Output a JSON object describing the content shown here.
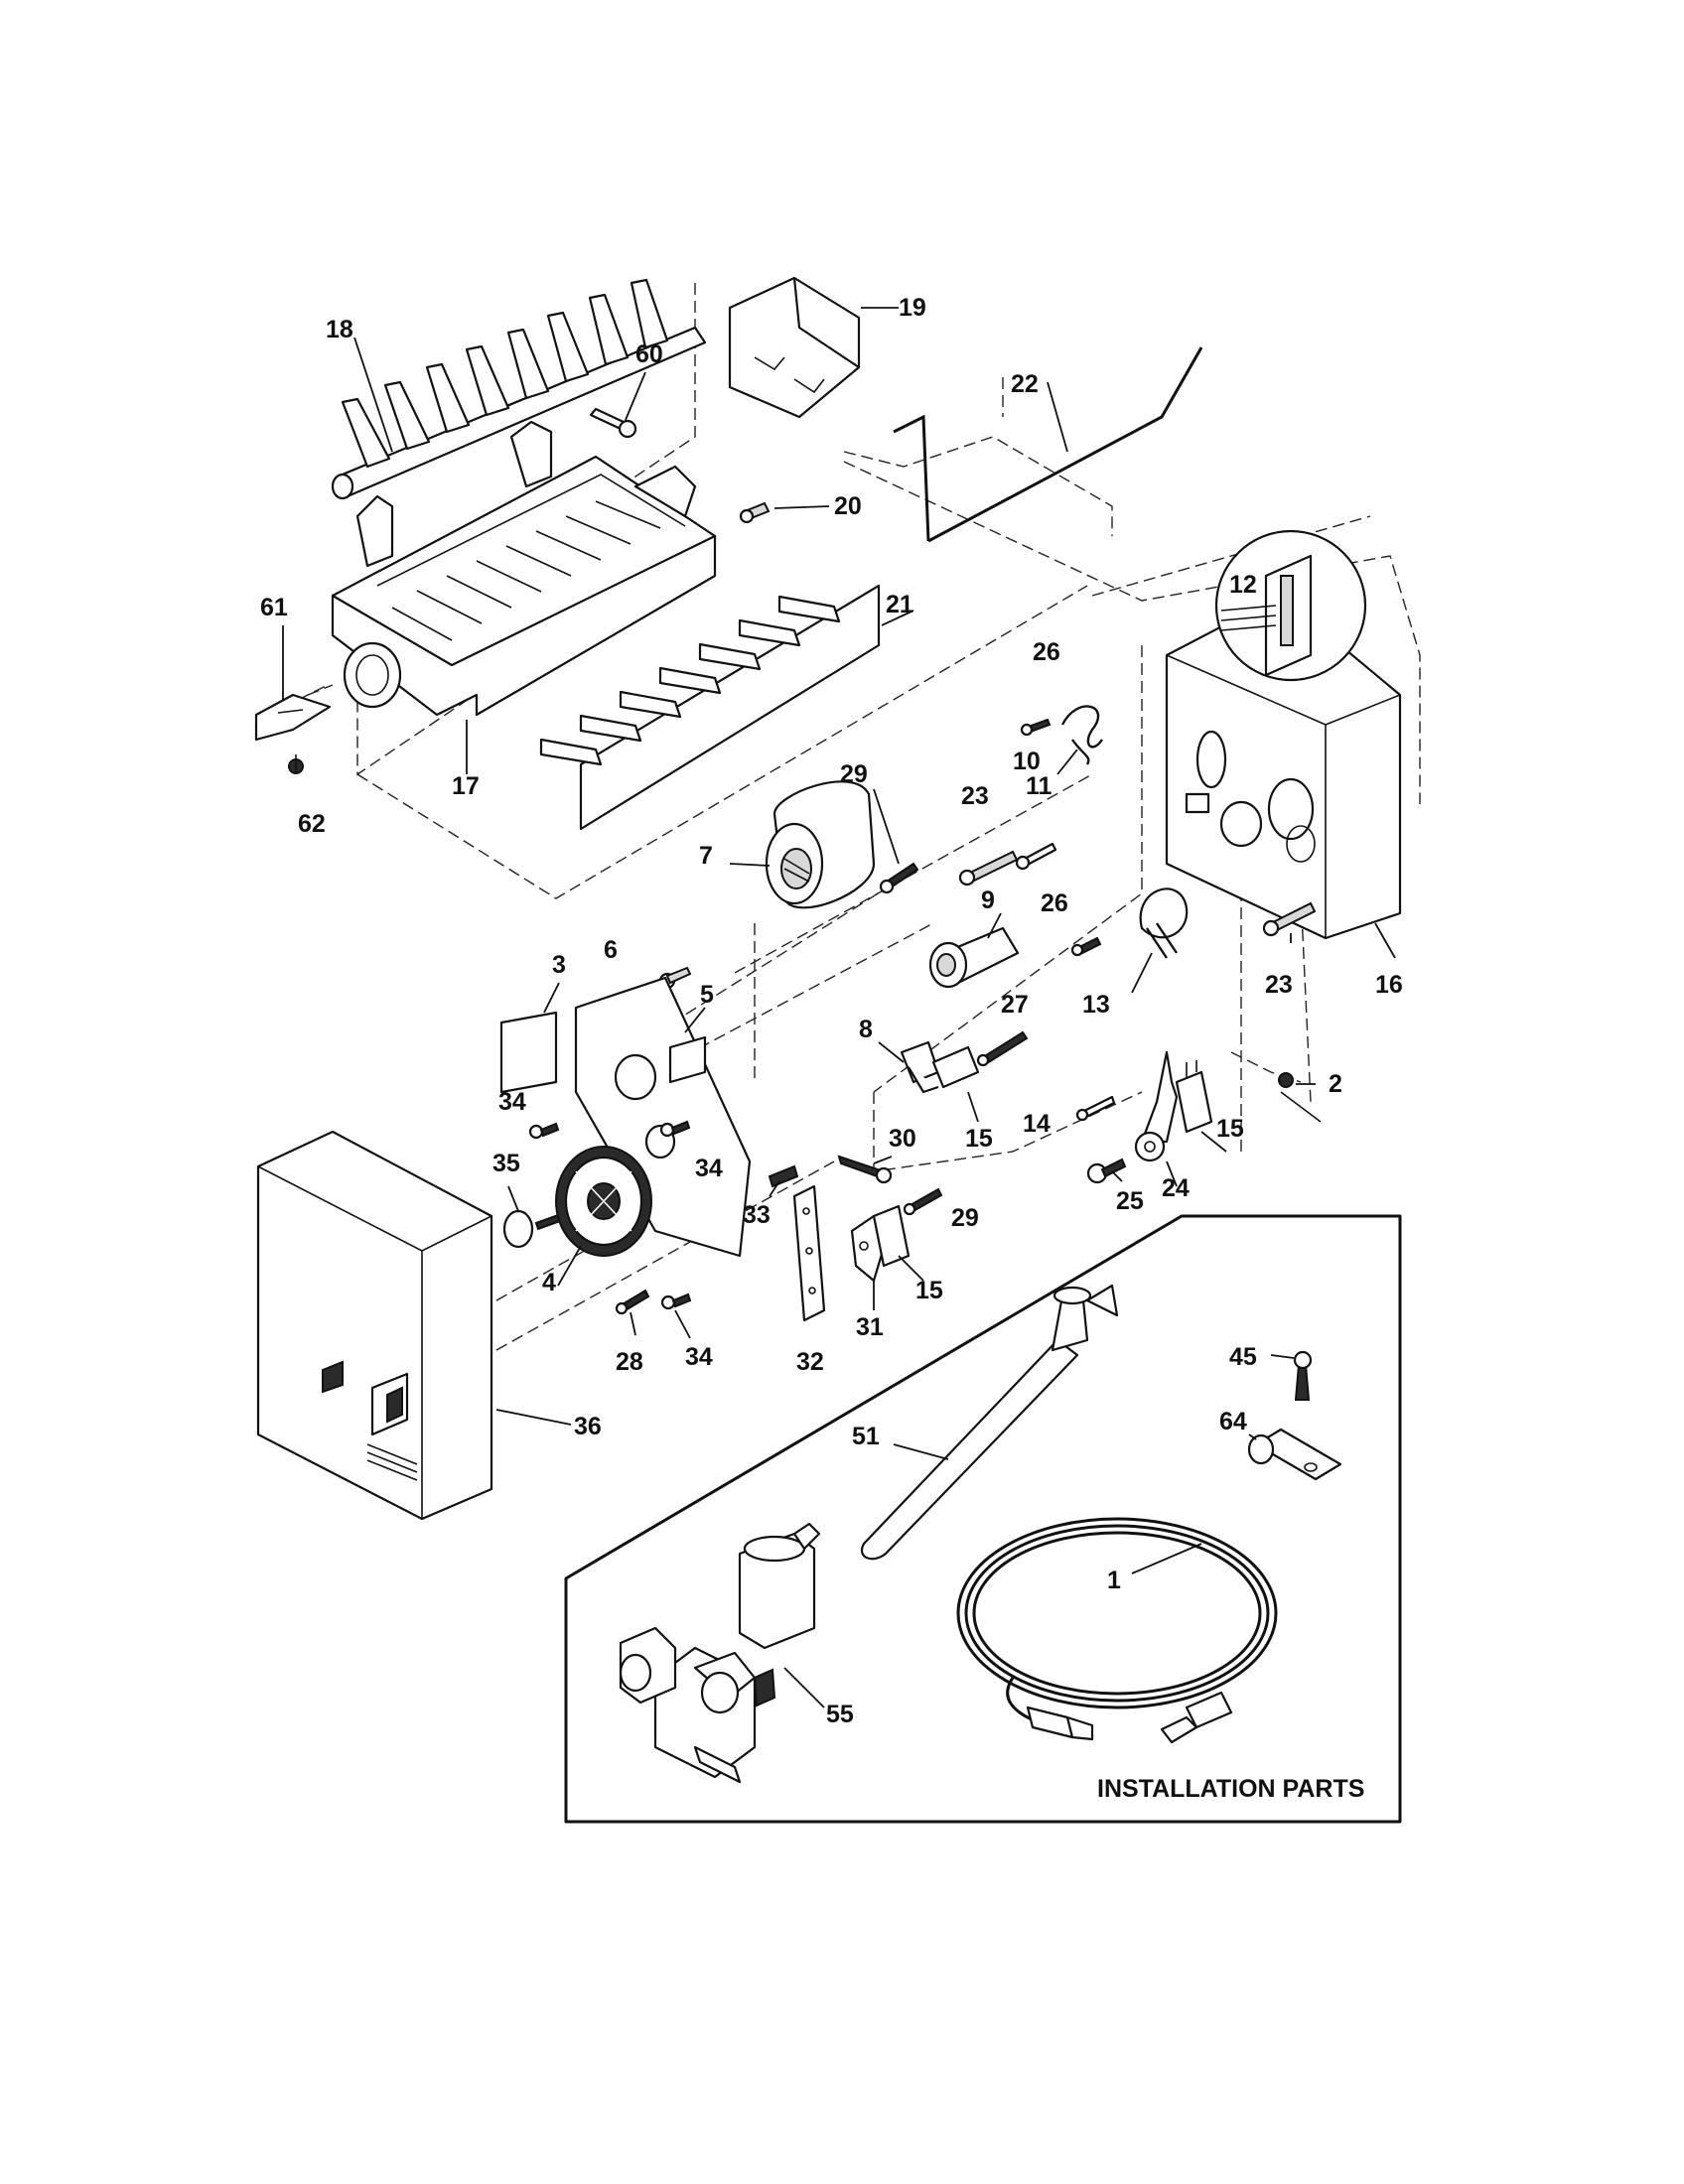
{
  "diagram": {
    "callouts": {
      "c1": "1",
      "c2": "2",
      "c3": "3",
      "c4": "4",
      "c5": "5",
      "c6": "6",
      "c7": "7",
      "c8": "8",
      "c9": "9",
      "c10": "10",
      "c11": "11",
      "c12": "12",
      "c13": "13",
      "c14": "14",
      "c15a": "15",
      "c15b": "15",
      "c15c": "15",
      "c16": "16",
      "c17": "17",
      "c18": "18",
      "c19": "19",
      "c20": "20",
      "c21": "21",
      "c22": "22",
      "c23a": "23",
      "c23b": "23",
      "c24": "24",
      "c25": "25",
      "c26a": "26",
      "c26b": "26",
      "c27": "27",
      "c28": "28",
      "c29a": "29",
      "c29b": "29",
      "c30": "30",
      "c31": "31",
      "c32": "32",
      "c33": "33",
      "c34a": "34",
      "c34b": "34",
      "c34c": "34",
      "c35": "35",
      "c36": "36",
      "c45": "45",
      "c51": "51",
      "c55": "55",
      "c60": "60",
      "c61": "61",
      "c62": "62",
      "c64": "64"
    },
    "installation_panel": {
      "title": "INSTALLATION PARTS"
    }
  }
}
